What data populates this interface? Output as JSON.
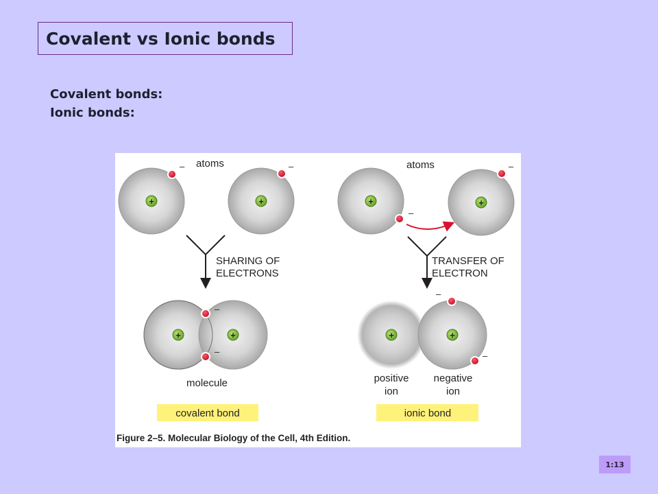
{
  "title": "Covalent vs Ionic bonds",
  "bullets": [
    "Covalent bonds:",
    "Ionic bonds:"
  ],
  "figure": {
    "left": {
      "atoms_label": "atoms",
      "arrow_label_line1": "SHARING OF",
      "arrow_label_line2": "ELECTRONS",
      "result_label": "molecule",
      "bond_label": "covalent bond"
    },
    "right": {
      "atoms_label": "atoms",
      "arrow_label_line1": "TRANSFER OF",
      "arrow_label_line2": "ELECTRON",
      "positive_label_line1": "positive",
      "positive_label_line2": "ion",
      "negative_label_line1": "negative",
      "negative_label_line2": "ion",
      "bond_label": "ionic bond"
    },
    "caption": "Figure 2–5. Molecular Biology of the Cell, 4th Edition.",
    "plus": "+",
    "minus": "–"
  },
  "slide_number": "1:13",
  "colors": {
    "background": "#cccaff",
    "electron": "#d7132f",
    "nucleus": "#8cc63f",
    "label_box": "#fff27a"
  }
}
